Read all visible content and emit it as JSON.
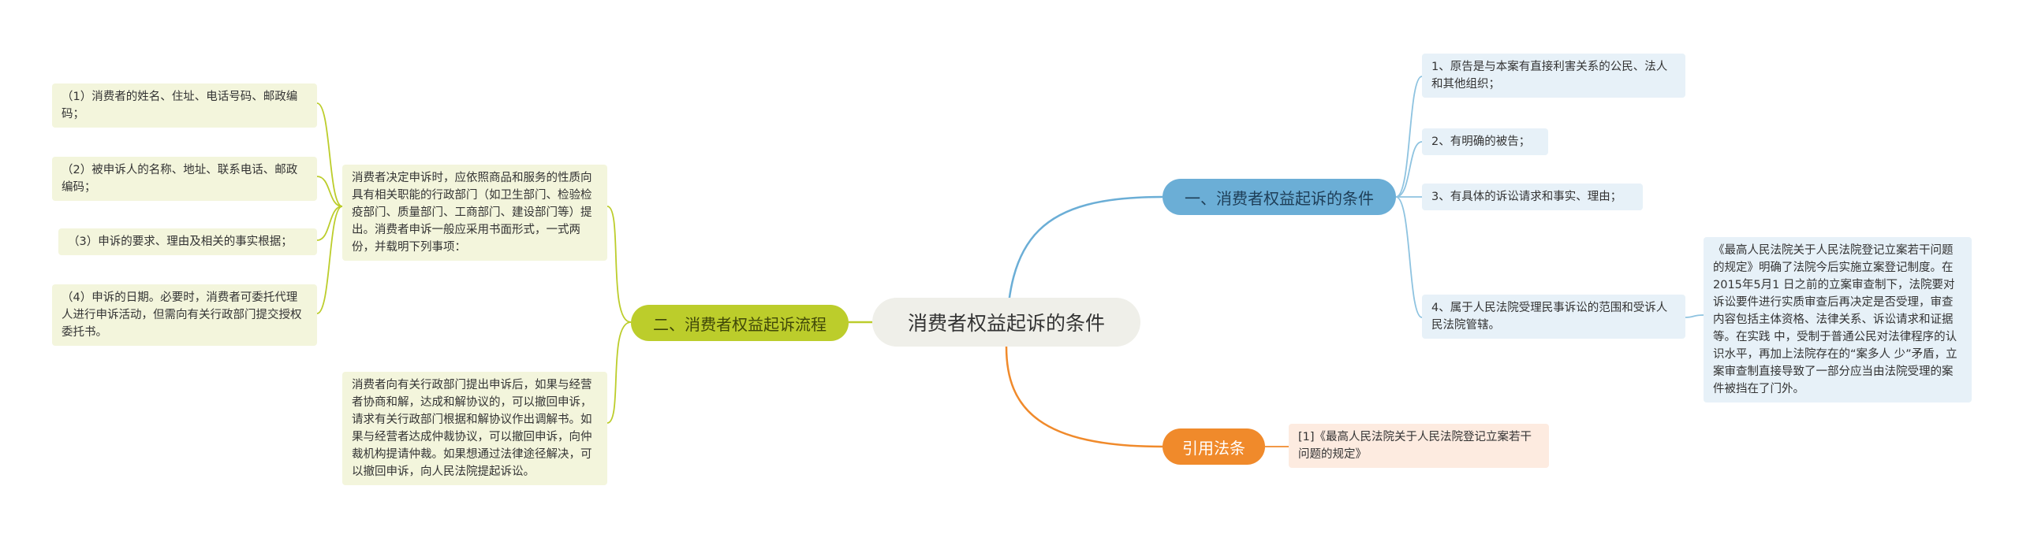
{
  "root": {
    "title": "消费者权益起诉的条件"
  },
  "branches": [
    {
      "title": "一、消费者权益起诉的条件",
      "children": [
        "1、原告是与本案有直接利害关系的公民、法人和其他组织；",
        "2、有明确的被告；",
        "3、有具体的诉讼请求和事实、理由；",
        "4、属于人民法院受理民事诉讼的范围和受诉人民法院管辖。"
      ],
      "note": "《最高人民法院关于人民法院登记立案若干问题的规定》明确了法院今后实施立案登记制度。在2015年5月1 日之前的立案审查制下，法院要对诉讼要件进行实质审查后再决定是否受理，审查内容包括主体资格、法律关系、诉讼请求和证据等。在实践 中，受制于普通公民对法律程序的认识水平，再加上法院存在的“案多人 少”矛盾，立案审查制直接导致了一部分应当由法院受理的案件被挡在了门外。"
    },
    {
      "title": "二、消费者权益起诉流程",
      "children": [
        "消费者决定申诉时，应依照商品和服务的性质向具有相关职能的行政部门（如卫生部门、检验检疫部门、质量部门、工商部门、建设部门等）提出。消费者申诉一般应采用书面形式，一式两份，并载明下列事项：",
        "消费者向有关行政部门提出申诉后，如果与经营者协商和解，达成和解协议的，可以撤回申诉，请求有关行政部门根据和解协议作出调解书。如果与经营者达成仲裁协议，可以撤回申诉，向仲裁机构提请仲裁。如果想通过法律途径解决，可以撤回申诉，向人民法院提起诉讼。"
      ],
      "details": [
        "（1）消费者的姓名、住址、电话号码、邮政编码；",
        "（2）被申诉人的名称、地址、联系电话、邮政编码；",
        "（3）申诉的要求、理由及相关的事实根据；",
        "（4）申诉的日期。必要时，消费者可委托代理人进行申诉活动，但需向有关行政部门提交授权委托书。"
      ]
    },
    {
      "title": "引用法条",
      "children": [
        "[1]《最高人民法院关于人民法院登记立案若干问题的规定》"
      ]
    }
  ],
  "colors": {
    "branch1": "#6baed6",
    "branch2": "#bccd2b",
    "branch3": "#f08a2b",
    "root_bg": "#efefe9"
  }
}
